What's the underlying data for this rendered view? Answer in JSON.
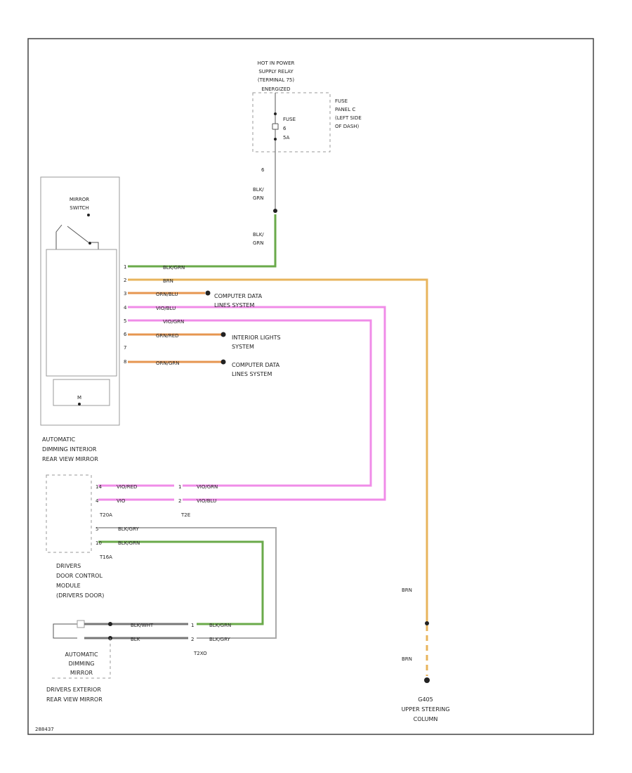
{
  "power": {
    "relay_line1": "HOT IN POWER",
    "relay_line2": "SUPPLY RELAY",
    "relay_line3": "(TERMINAL 75)",
    "relay_line4": "ENERGIZED",
    "fuse_name": "FUSE",
    "fuse_number": "6",
    "fuse_rating": "5A",
    "panel_line1": "FUSE",
    "panel_line2": "PANEL C",
    "panel_line3": "(LEFT SIDE",
    "panel_line4": "OF DASH)",
    "pin": "6",
    "wire_top": "BLK/\nGRN"
  },
  "mirror": {
    "switch_line1": "MIRROR",
    "switch_line2": "SWITCH",
    "name_line1": "AUTOMATIC",
    "name_line2": "DIMMING INTERIOR",
    "name_line3": "REAR VIEW MIRROR",
    "pin_m": "M"
  },
  "connector_rows": [
    {
      "pin": "1",
      "wire": "BLK/GRN"
    },
    {
      "pin": "2",
      "wire": "BRN"
    },
    {
      "pin": "3",
      "wire": "ORN/BLU"
    },
    {
      "pin": "4",
      "wire": "VIO/BLU"
    },
    {
      "pin": "5",
      "wire": "VIO/GRN"
    },
    {
      "pin": "6",
      "wire": "GRN/RED"
    },
    {
      "pin": "7",
      "wire": ""
    },
    {
      "pin": "8",
      "wire": "ORN/GRN"
    }
  ],
  "destinations": {
    "cds1_line1": "COMPUTER DATA",
    "cds1_line2": "LINES SYSTEM",
    "ils_line1": "INTERIOR LIGHTS",
    "ils_line2": "SYSTEM",
    "cds2_line1": "COMPUTER DATA",
    "cds2_line2": "LINES SYSTEM"
  },
  "door_module": {
    "name_line1": "DRIVERS",
    "name_line2": "DOOR CONTROL",
    "name_line3": "MODULE",
    "name_line4": "(DRIVERS DOOR)",
    "conn_t20a": "T20A",
    "conn_t2e": "T2E",
    "conn_t16a": "T16A",
    "row1_pin": "14",
    "row1_wire_a": "VIO/RED",
    "row1_pin_mid": "1",
    "row1_wire_b": "VIO/GRN",
    "row2_pin": "4",
    "row2_wire_a": "VIO",
    "row2_pin_mid": "2",
    "row2_wire_b": "VIO/BLU",
    "row3_pin": "5",
    "row3_wire": "BLK/GRY",
    "row4_pin": "10",
    "row4_wire": "BLK/GRN"
  },
  "ext_mirror": {
    "name_line1": "AUTOMATIC",
    "name_line2": "DIMMING",
    "name_line3": "MIRROR",
    "name_line4": "DRIVERS EXTERIOR",
    "name_line5": "REAR VIEW MIRROR",
    "conn": "T2XO",
    "row1_wire_a": "BLK/WHT",
    "row1_pin": "1",
    "row1_wire_b": "BLK/GRN",
    "row2_wire_a": "BLK",
    "row2_pin": "2",
    "row2_wire_b": "BLK/GRY"
  },
  "ground": {
    "wire_upper": "BRN",
    "wire_lower": "BRN",
    "name": "G405",
    "loc_line1": "UPPER STEERING",
    "loc_line2": "COLUMN"
  },
  "footer_id": "288437"
}
